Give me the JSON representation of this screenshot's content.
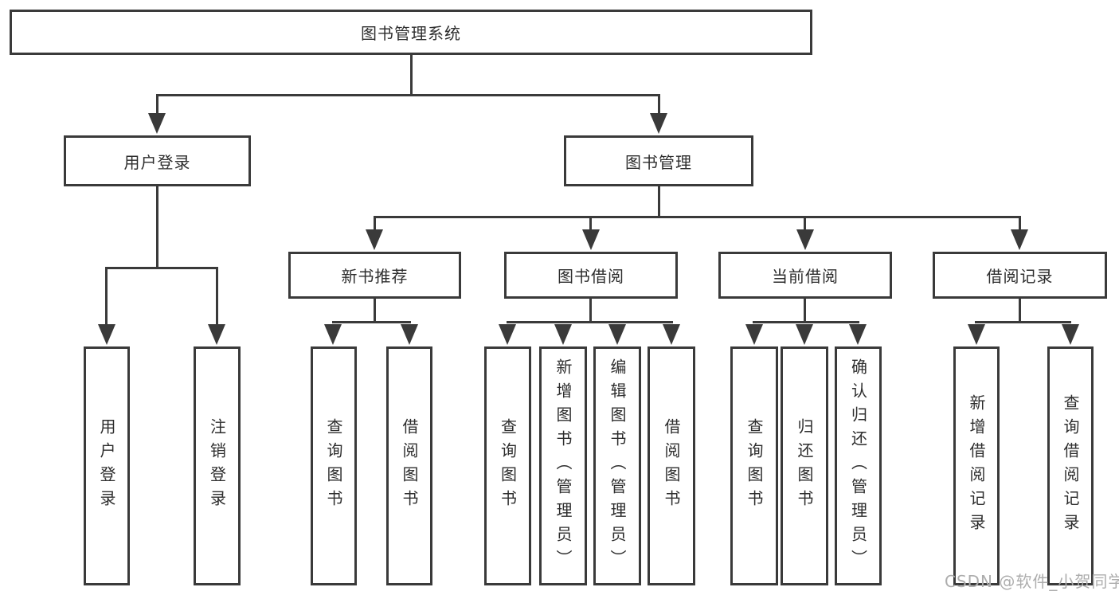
{
  "colors": {
    "background": "#ffffff",
    "box_border": "#3a3a3a",
    "line": "#3a3a3a",
    "text": "#2d2d2d",
    "watermark": "#adadad"
  },
  "watermark": {
    "text": "CSDN @软件_小贺同学"
  },
  "tree": {
    "root": {
      "label": "图书管理系统"
    },
    "branches": [
      {
        "label": "用户登录",
        "children": [
          {
            "label": "用户登录"
          },
          {
            "label": "注销登录"
          }
        ]
      },
      {
        "label": "图书管理",
        "children": [
          {
            "label": "新书推荐",
            "children": [
              {
                "label": "查询图书"
              },
              {
                "label": "借阅图书"
              }
            ]
          },
          {
            "label": "图书借阅",
            "children": [
              {
                "label": "查询图书"
              },
              {
                "label": "新增图书（管理员）"
              },
              {
                "label": "编辑图书（管理员）"
              },
              {
                "label": "借阅图书"
              }
            ]
          },
          {
            "label": "当前借阅",
            "children": [
              {
                "label": "查询图书"
              },
              {
                "label": "归还图书"
              },
              {
                "label": "确认归还（管理员）"
              }
            ]
          },
          {
            "label": "借阅记录",
            "children": [
              {
                "label": "新增借阅记录"
              },
              {
                "label": "查询借阅记录"
              }
            ]
          }
        ]
      }
    ]
  }
}
